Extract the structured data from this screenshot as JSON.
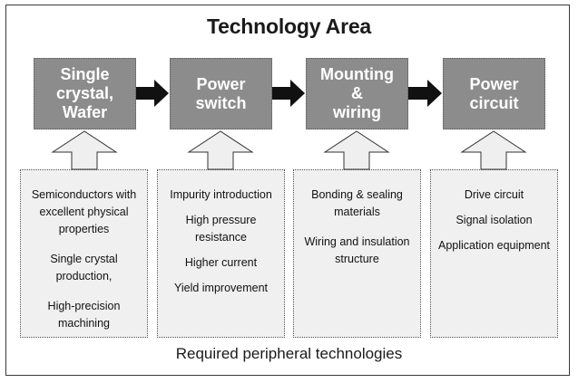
{
  "title": "Technology Area",
  "footer": "Required peripheral technologies",
  "stages": [
    {
      "label": "Single\ncrystal,\nWafer"
    },
    {
      "label": "Power\nswitch"
    },
    {
      "label": "Mounting\n&\nwiring"
    },
    {
      "label": "Power circuit"
    }
  ],
  "boxes": [
    {
      "items": [
        "Semiconductors with\nexcellent physical\nproperties",
        "Single crystal\nproduction,",
        "High-precision\nmachining"
      ]
    },
    {
      "items": [
        "Impurity introduction",
        "High pressure\nresistance",
        "Higher current",
        "Yield improvement"
      ]
    },
    {
      "items": [
        "Bonding & sealing\nmaterials",
        "Wiring and insulation\nstructure"
      ]
    },
    {
      "items": [
        "Drive circuit",
        "Signal isolation",
        "Application equipment"
      ]
    }
  ],
  "colors": {
    "stage_fill": "#8c8c8c",
    "box_fill": "#f0f0f0",
    "arrow": "#111111"
  }
}
